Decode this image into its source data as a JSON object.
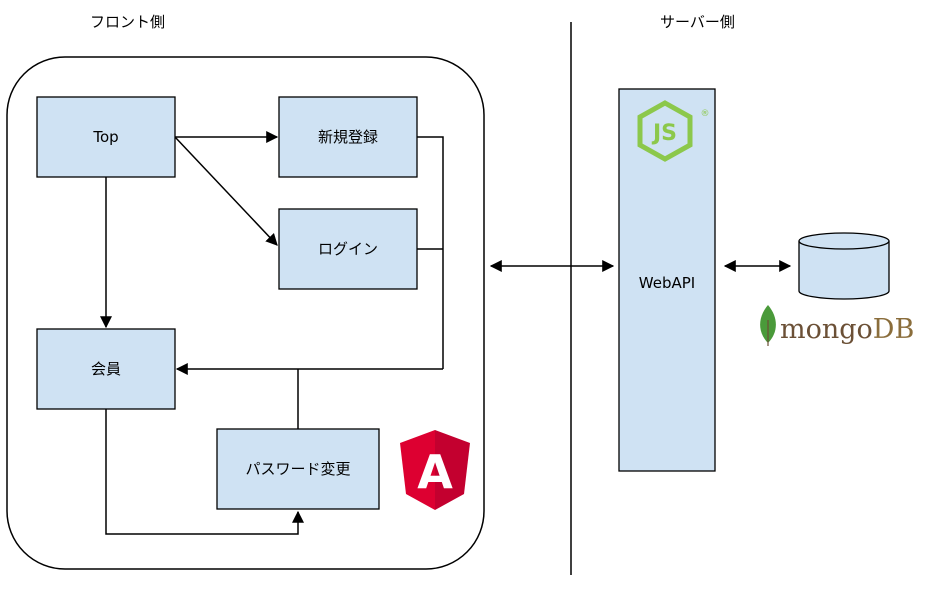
{
  "headers": {
    "front": "フロント側",
    "server": "サーバー側"
  },
  "nodes": {
    "top": "Top",
    "signup": "新規登録",
    "login": "ログイン",
    "member": "会員",
    "password": "パスワード変更",
    "webapi": "WebAPI"
  },
  "logos": {
    "nodejs": "JS",
    "nodejs_mark": "®",
    "angular": "A",
    "mongo_a": "mongo",
    "mongo_b": "DB"
  },
  "colors": {
    "box_fill": "#cfe2f3",
    "stroke": "#000000",
    "node_green": "#8cc84b",
    "angular_red": "#dd0031",
    "angular_dark": "#c3002f",
    "mongo_leaf": "#4a9a3a",
    "mongo_text": "#6b5036"
  }
}
